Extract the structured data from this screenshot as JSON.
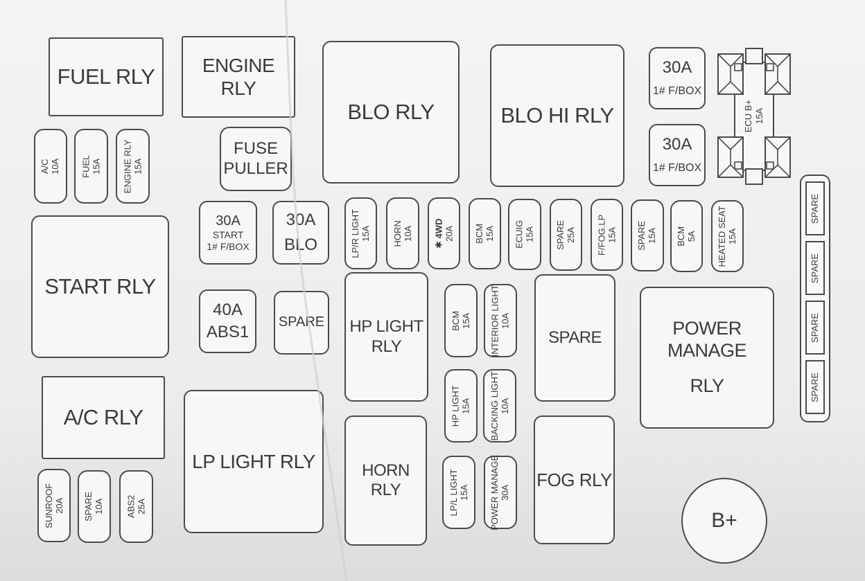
{
  "relays": {
    "fuel": "FUEL RLY",
    "engine": "ENGINE RLY",
    "blo": "BLO RLY",
    "blo_hi": "BLO HI RLY",
    "start": "START RLY",
    "ac": "A/C RLY",
    "lp_light": "LP LIGHT RLY",
    "hp_light_1": "HP LIGHT",
    "hp_light_2": "RLY",
    "horn": "HORN RLY",
    "spare": "SPARE",
    "fog": "FOG RLY",
    "power_manage_1": "POWER MANAGE",
    "power_manage_2": "RLY"
  },
  "fuse_puller": {
    "line1": "FUSE",
    "line2": "PULLER"
  },
  "fuses": {
    "ac": {
      "name": "A/C",
      "rating": "10A"
    },
    "fuel": {
      "name": "FUEL",
      "rating": "15A"
    },
    "engine_rly": {
      "name": "ENGINE RLY",
      "rating": "15A"
    },
    "lpr_light": {
      "name": "LP/R LIGHT",
      "rating": "15A"
    },
    "horn": {
      "name": "HORN",
      "rating": "10A"
    },
    "fwd": {
      "name": "4WD",
      "rating": "20A",
      "mark": "✱"
    },
    "bcm_top": {
      "name": "BCM",
      "rating": "15A"
    },
    "ecuig": {
      "name": "ECUIG",
      "rating": "15A"
    },
    "spare25": {
      "name": "SPARE",
      "rating": "25A"
    },
    "ffog": {
      "name": "F/FOG.LP",
      "rating": "15A"
    },
    "spare15": {
      "name": "SPARE",
      "rating": "15A"
    },
    "bcm5": {
      "name": "BCM",
      "rating": "5A"
    },
    "heated_seat": {
      "name": "HEATED SEAT",
      "rating": "15A"
    },
    "bcm_mid": {
      "name": "BCM",
      "rating": "15A"
    },
    "interior_light": {
      "name": "INTERIOR LIGHT",
      "rating": "10A"
    },
    "hp_light": {
      "name": "HP LIGHT",
      "rating": "15A"
    },
    "backing_light": {
      "name": "BACKING LIGHT",
      "rating": "10A"
    },
    "lpl_light": {
      "name": "LP/L LIGHT",
      "rating": "15A"
    },
    "power_manage": {
      "name": "POWER MANAGE",
      "rating": "30A"
    },
    "sunroof": {
      "name": "SUNROOF",
      "rating": "20A"
    },
    "spare10": {
      "name": "SPARE",
      "rating": "10A"
    },
    "abs2": {
      "name": "ABS2",
      "rating": "25A"
    }
  },
  "maxi": {
    "start": {
      "rating": "30A",
      "line1": "START",
      "line2": "1# F/BOX"
    },
    "blo": {
      "rating": "30A",
      "name": "BLO"
    },
    "abs1": {
      "rating": "40A",
      "name": "ABS1"
    },
    "spare": {
      "name": "SPARE"
    },
    "fbox_top": {
      "rating": "30A",
      "name": "1# F/BOX"
    },
    "fbox_bottom": {
      "rating": "30A",
      "name": "1# F/BOX"
    }
  },
  "ecu_fuse": {
    "name": "ECU B+",
    "rating": "15A"
  },
  "spare_strip": [
    "SPARE",
    "SPARE",
    "SPARE",
    "SPARE"
  ],
  "terminal": "B+"
}
